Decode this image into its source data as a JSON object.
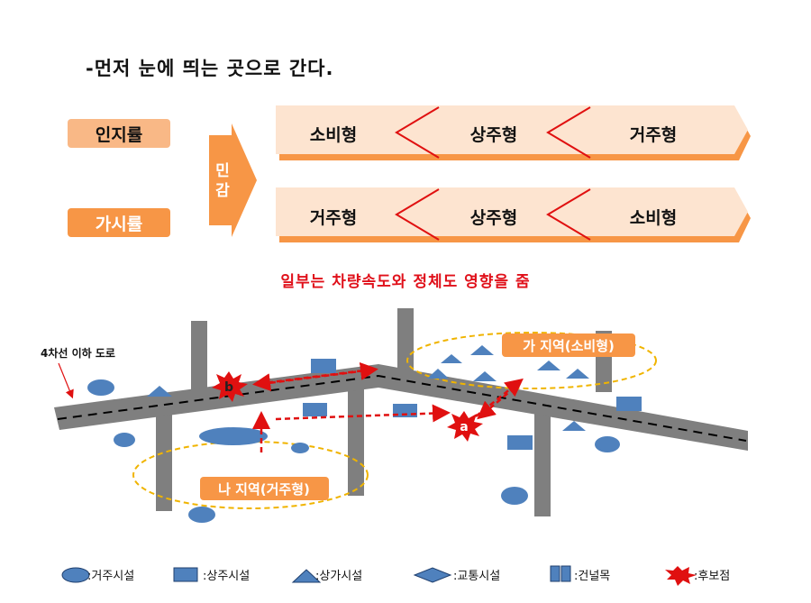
{
  "title": "-먼저 눈에 띄는 곳으로 간다.",
  "labels": {
    "recognition": "인지률",
    "visibility": "가시률",
    "sensitive_line1": "민",
    "sensitive_line2": "감"
  },
  "rows": [
    {
      "items": [
        "소비형",
        "상주형",
        "거주형"
      ]
    },
    {
      "items": [
        "거주형",
        "상주형",
        "소비형"
      ]
    }
  ],
  "note": "일부는 차량속도와 정체도 영향을 줌",
  "map": {
    "road_label": "4차선 이하 도로",
    "zone_ga": "가 지역(소비형)",
    "zone_na": "나 지역(거주형)",
    "point_a": "a",
    "point_b": "b"
  },
  "legend": [
    {
      "icon": "ellipse",
      "label": ":거주시설"
    },
    {
      "icon": "rect",
      "label": ":상주시설"
    },
    {
      "icon": "triangle",
      "label": ":상가시설"
    },
    {
      "icon": "diamond",
      "label": ":교통시설"
    },
    {
      "icon": "pillars",
      "label": ":건널목"
    },
    {
      "icon": "star",
      "label": ":후보점"
    }
  ],
  "colors": {
    "orange": "#f79646",
    "light_orange": "#f9b886",
    "band_fill": "#fde4d0",
    "band_shadow": "#f79646",
    "chevron": "#e01010",
    "road": "#7f7f7f",
    "facility_blue": "#4f81bd",
    "zone_dash": "#f0b400",
    "arrow_red": "#e01010"
  }
}
